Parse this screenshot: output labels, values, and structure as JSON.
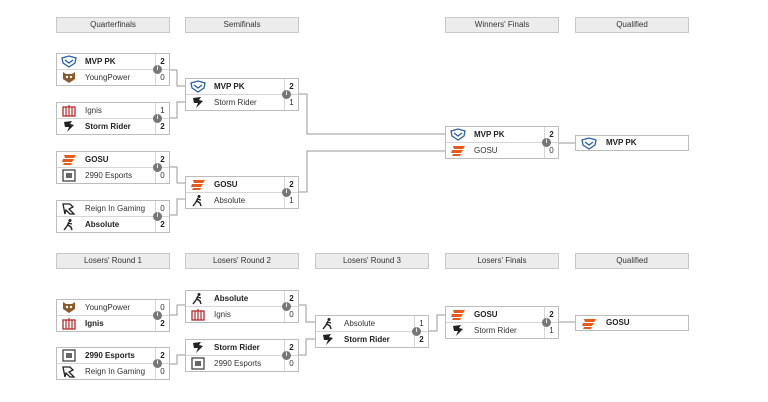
{
  "headers": {
    "upper": [
      "Quarterfinals",
      "Semifinals",
      "Winners' Finals",
      "Qualified"
    ],
    "lower": [
      "Losers' Round 1",
      "Losers' Round 2",
      "Losers' Round 3",
      "Losers' Finals",
      "Qualified"
    ]
  },
  "upper": {
    "qf1": {
      "top": {
        "name": "MVP PK",
        "score": "2",
        "logo": "mvp-pk-logo"
      },
      "bot": {
        "name": "YoungPower",
        "score": "0",
        "logo": "youngpower-logo"
      }
    },
    "qf2": {
      "top": {
        "name": "Ignis",
        "score": "1",
        "logo": "ignis-logo"
      },
      "bot": {
        "name": "Storm Rider",
        "score": "2",
        "logo": "storm-rider-logo"
      }
    },
    "qf3": {
      "top": {
        "name": "GOSU",
        "score": "2",
        "logo": "gosu-logo"
      },
      "bot": {
        "name": "2990 Esports",
        "score": "0",
        "logo": "2990-esports-logo"
      }
    },
    "qf4": {
      "top": {
        "name": "Reign In Gaming",
        "score": "0",
        "logo": "reign-in-gaming-logo"
      },
      "bot": {
        "name": "Absolute",
        "score": "2",
        "logo": "absolute-logo"
      }
    },
    "sf1": {
      "top": {
        "name": "MVP PK",
        "score": "2",
        "logo": "mvp-pk-logo"
      },
      "bot": {
        "name": "Storm Rider",
        "score": "1",
        "logo": "storm-rider-logo"
      }
    },
    "sf2": {
      "top": {
        "name": "GOSU",
        "score": "2",
        "logo": "gosu-logo"
      },
      "bot": {
        "name": "Absolute",
        "score": "1",
        "logo": "absolute-logo"
      }
    },
    "wf": {
      "top": {
        "name": "MVP PK",
        "score": "2",
        "logo": "mvp-pk-logo"
      },
      "bot": {
        "name": "GOSU",
        "score": "0",
        "logo": "gosu-logo"
      }
    },
    "qualified": {
      "name": "MVP PK",
      "logo": "mvp-pk-logo"
    }
  },
  "lower": {
    "lr1a": {
      "top": {
        "name": "YoungPower",
        "score": "0",
        "logo": "youngpower-logo"
      },
      "bot": {
        "name": "Ignis",
        "score": "2",
        "logo": "ignis-logo"
      }
    },
    "lr1b": {
      "top": {
        "name": "2990 Esports",
        "score": "2",
        "logo": "2990-esports-logo"
      },
      "bot": {
        "name": "Reign In Gaming",
        "score": "0",
        "logo": "reign-in-gaming-logo"
      }
    },
    "lr2a": {
      "top": {
        "name": "Absolute",
        "score": "2",
        "logo": "absolute-logo"
      },
      "bot": {
        "name": "Ignis",
        "score": "0",
        "logo": "ignis-logo"
      }
    },
    "lr2b": {
      "top": {
        "name": "Storm Rider",
        "score": "2",
        "logo": "storm-rider-logo"
      },
      "bot": {
        "name": "2990 Esports",
        "score": "0",
        "logo": "2990-esports-logo"
      }
    },
    "lr3": {
      "top": {
        "name": "Absolute",
        "score": "1",
        "logo": "absolute-logo"
      },
      "bot": {
        "name": "Storm Rider",
        "score": "2",
        "logo": "storm-rider-logo"
      }
    },
    "lf": {
      "top": {
        "name": "GOSU",
        "score": "2",
        "logo": "gosu-logo"
      },
      "bot": {
        "name": "Storm Rider",
        "score": "1",
        "logo": "storm-rider-logo"
      }
    },
    "qualified": {
      "name": "GOSU",
      "logo": "gosu-logo"
    }
  },
  "info_icon": "i",
  "colors": {
    "gosu": "#e8591a",
    "mvp": "#2b5fa8",
    "ignis": "#b52a2a",
    "line": "#9a9a9a"
  }
}
